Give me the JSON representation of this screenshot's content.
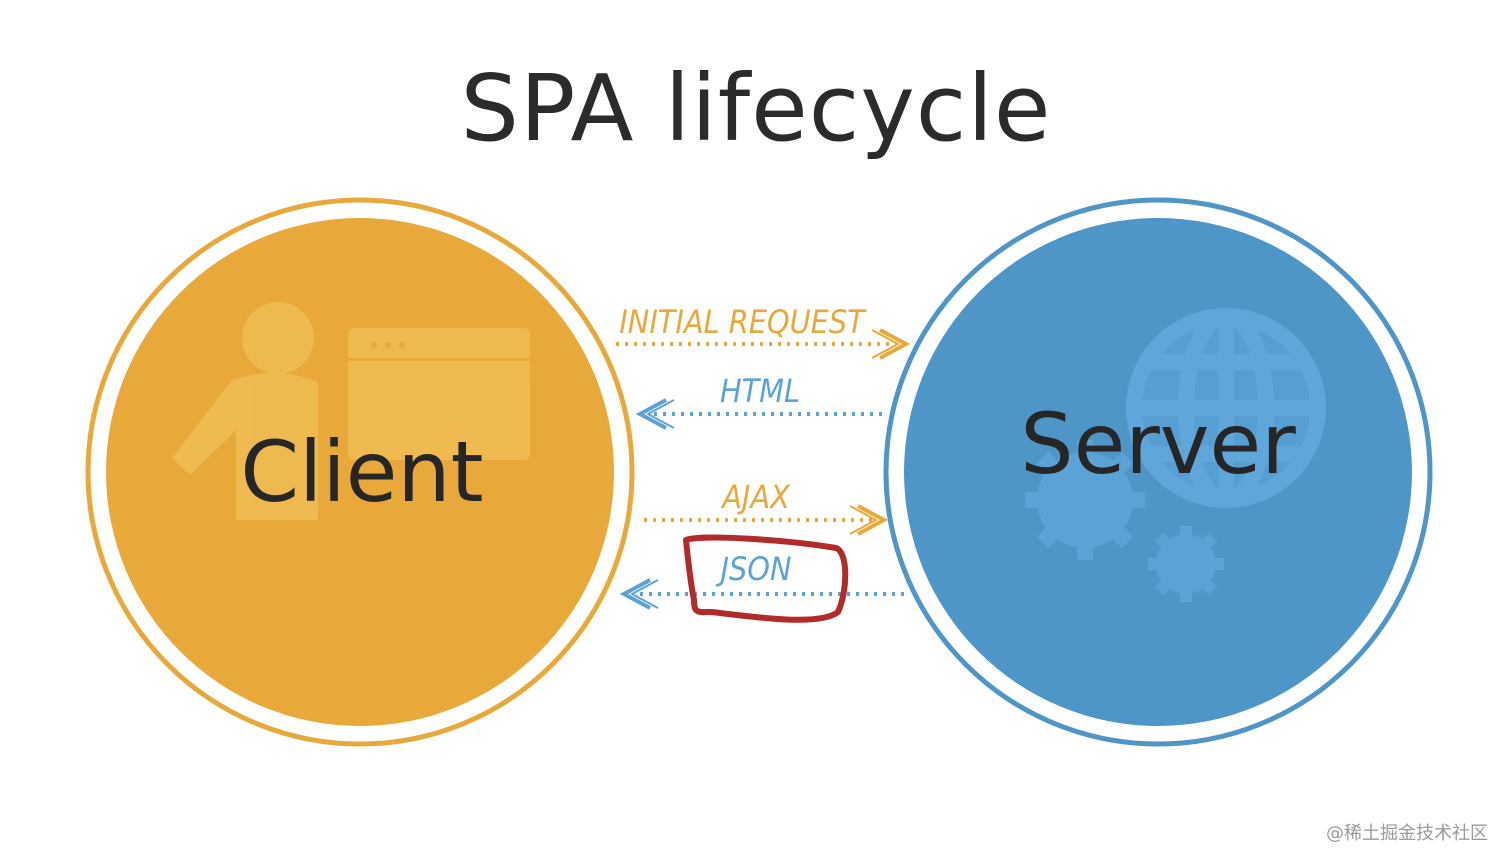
{
  "title": "SPA lifecycle",
  "nodes": {
    "client": {
      "label": "Client",
      "color": "#E8A83A"
    },
    "server": {
      "label": "Server",
      "color": "#4E95C8"
    }
  },
  "flows": [
    {
      "label": "INITIAL REQUEST",
      "direction": "client-to-server",
      "color": "#E8A83A"
    },
    {
      "label": "HTML",
      "direction": "server-to-client",
      "color": "#5BA3D6"
    },
    {
      "label": "AJAX",
      "direction": "client-to-server",
      "color": "#E8A83A"
    },
    {
      "label": "JSON",
      "direction": "server-to-client",
      "color": "#5BA3D6",
      "highlighted": true
    }
  ],
  "highlight_color": "#B22A2A",
  "watermark": "@稀土掘金技术社区"
}
